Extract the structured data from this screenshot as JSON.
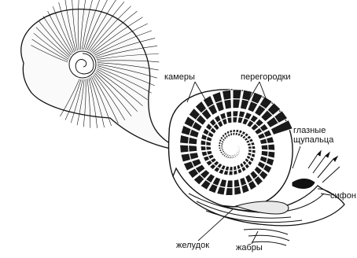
{
  "labels": {
    "chambers": "камеры",
    "septa": "перегородки",
    "eye": "глазные",
    "tentacles": "щупальца",
    "siphon": "сифон",
    "stomach": "желудок",
    "gills": "жабры"
  },
  "colors": {
    "ink": "#111111",
    "chamber_fill": "#1a1a1a",
    "paper": "#ffffff"
  }
}
